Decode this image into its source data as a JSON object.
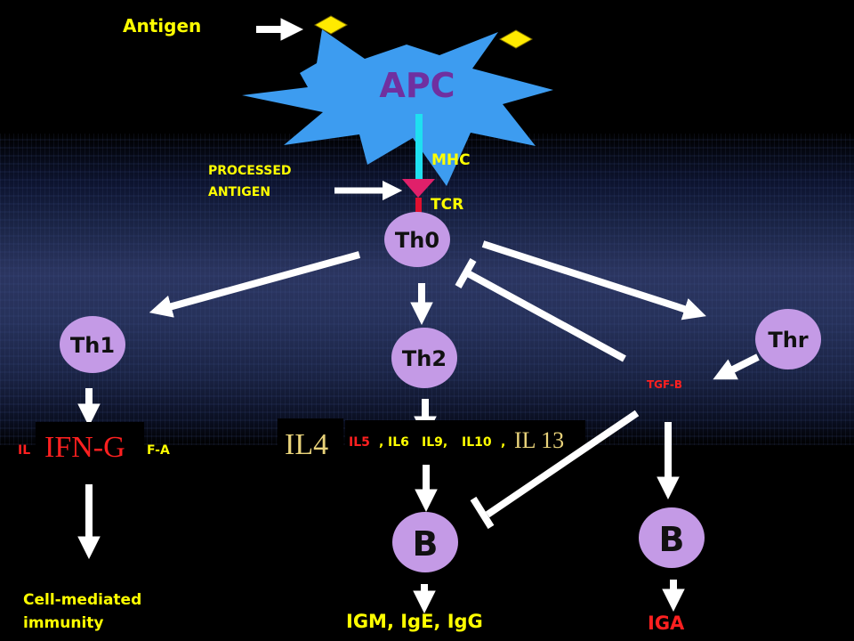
{
  "diagram": {
    "antigen": "Antigen",
    "apc": "APC",
    "mhc": "MHC",
    "tcr": "TCR",
    "processed_antigen": [
      "PROCESSED",
      "ANTIGEN"
    ],
    "cells": {
      "th0": "Th0",
      "th1": "Th1",
      "th2": "Th2",
      "thr": "Thr",
      "b_left": "B",
      "b_right": "B"
    },
    "th1_cytokines": {
      "il": "IL",
      "ifn_g": "IFN-G",
      "f_a": "F-A"
    },
    "th2_cytokines": {
      "il4": "IL4",
      "il5": "IL5",
      "sep1": ",",
      "il6": "IL6",
      "il9": "IL9,",
      "il10": "IL10",
      "sep2": ",",
      "il13": "IL 13"
    },
    "tgf_b": "TGF-B",
    "cell_mediated": [
      "Cell-mediated",
      "immunity"
    ],
    "antibodies_left": "IGM, IgE, IgG",
    "antibodies_right": "IGA"
  },
  "colors": {
    "background": "#000000",
    "apc_star": "#3d9cf0",
    "apc_text": "#7030a0",
    "cell_fill": "#c49ae6",
    "yellow_label": "#ffff00",
    "red_label": "#ff2020",
    "tan_label": "#e8d27a",
    "diamond": "#ffea00",
    "mhc_bar": "#1fe0f0",
    "tcr_tri": "#e0206a",
    "arrow": "#ffffff"
  }
}
